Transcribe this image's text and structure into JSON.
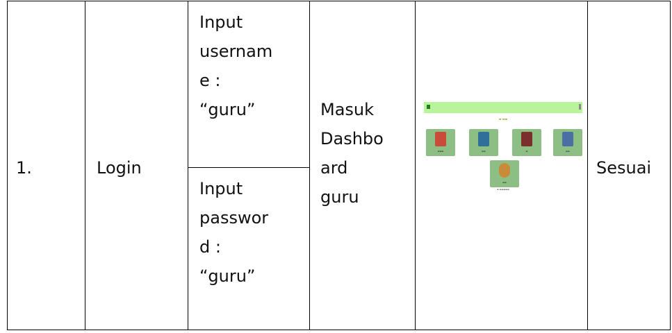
{
  "table": {
    "row_number": "1.",
    "feature": "Login",
    "inputs": [
      [
        "Input",
        "usernam",
        "e :",
        "“guru”"
      ],
      [
        "Input",
        "passwor",
        "d :",
        "“guru”"
      ]
    ],
    "expected": [
      "Masuk",
      "Dashbo",
      "ard",
      "guru"
    ],
    "result": "Sesuai"
  },
  "screenshot_thumbnail": {
    "cards": [
      {
        "icon": "book-icon",
        "color": "#c94b3a"
      },
      {
        "icon": "teacher-icon",
        "color": "#2f6f9a"
      },
      {
        "icon": "student-icon",
        "color": "#7a2e2e"
      },
      {
        "icon": "document-icon",
        "color": "#4a6fa5"
      },
      {
        "icon": "user-icon",
        "color": "#c98a3a"
      }
    ]
  }
}
